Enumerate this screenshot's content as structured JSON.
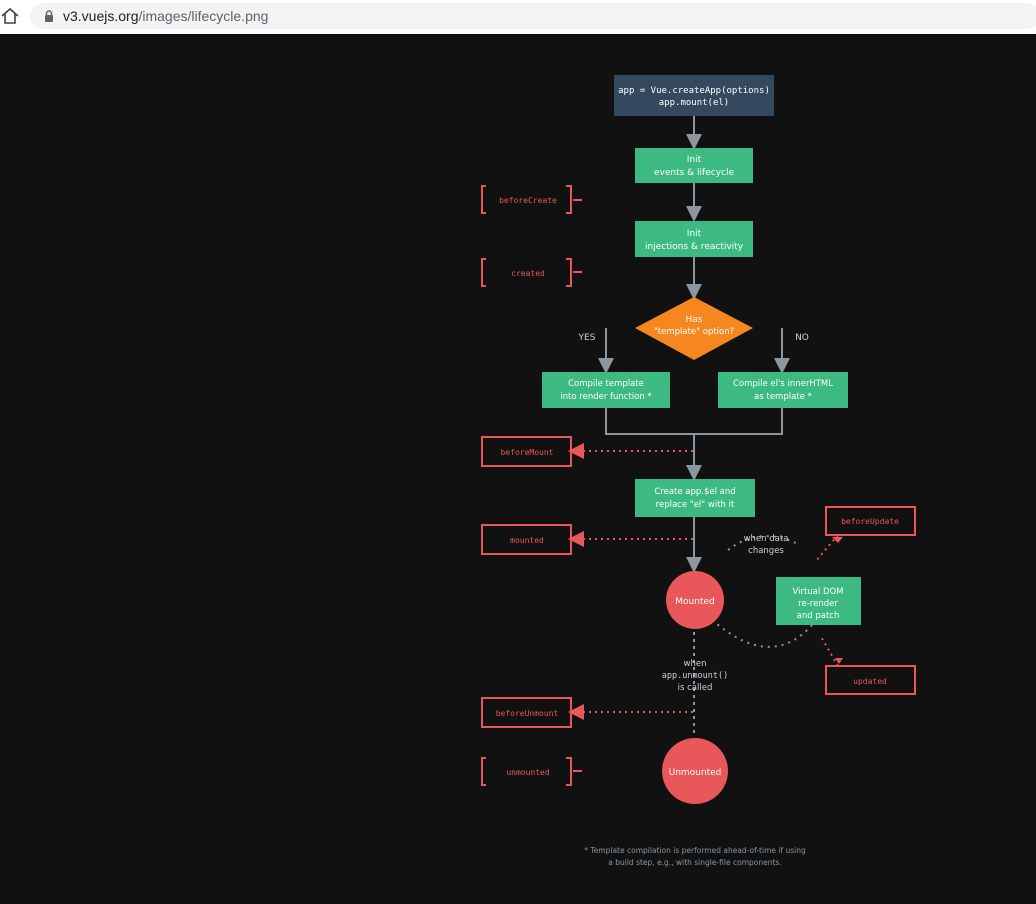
{
  "address_bar": {
    "url_host": "v3.vuejs.org",
    "url_path": "/images/lifecycle.png",
    "home_icon": "home-icon",
    "lock_icon": "lock-icon"
  },
  "colors": {
    "app_box": "#35495e",
    "step_box": "#3dba81",
    "decision": "#f6871f",
    "hook": "#e8575a",
    "arrow": "#8a96a0",
    "background": "#111111"
  },
  "diagram": {
    "app_box": {
      "line1": "app = Vue.createApp(options)",
      "line2": "app.mount(el)"
    },
    "init_events": {
      "line1": "Init",
      "line2": "events & lifecycle"
    },
    "init_injections": {
      "line1": "Init",
      "line2": "injections & reactivity"
    },
    "decision": {
      "line1": "Has",
      "line2": "\"template\" option?"
    },
    "yes_label": "YES",
    "no_label": "NO",
    "compile_template": {
      "line1": "Compile template",
      "line2": "into render function *"
    },
    "compile_el": {
      "line1": "Compile el's innerHTML",
      "line2": "as template *"
    },
    "create_app": {
      "line1": "Create app.$el and",
      "line2": "replace \"el\" with it"
    },
    "when_data_changes": {
      "line1": "when data",
      "line2": "changes"
    },
    "virtual_dom": {
      "line1": "Virtual DOM",
      "line2": "re-render",
      "line3": "and patch"
    },
    "mounted_circle": "Mounted",
    "unmounted_circle": "Unmounted",
    "when_unmount": {
      "line1": "when",
      "line2": "app.unmount()",
      "line3": "is called"
    },
    "hooks": {
      "before_create": "beforeCreate",
      "created": "created",
      "before_mount": "beforeMount",
      "mounted": "mounted",
      "before_update": "beforeUpdate",
      "updated": "updated",
      "before_unmount": "beforeUnmount",
      "unmounted": "unmounted"
    },
    "footnote": {
      "line1": "* Template compilation is performed ahead-of-time if using",
      "line2": "a build step, e.g., with single-file components."
    }
  }
}
